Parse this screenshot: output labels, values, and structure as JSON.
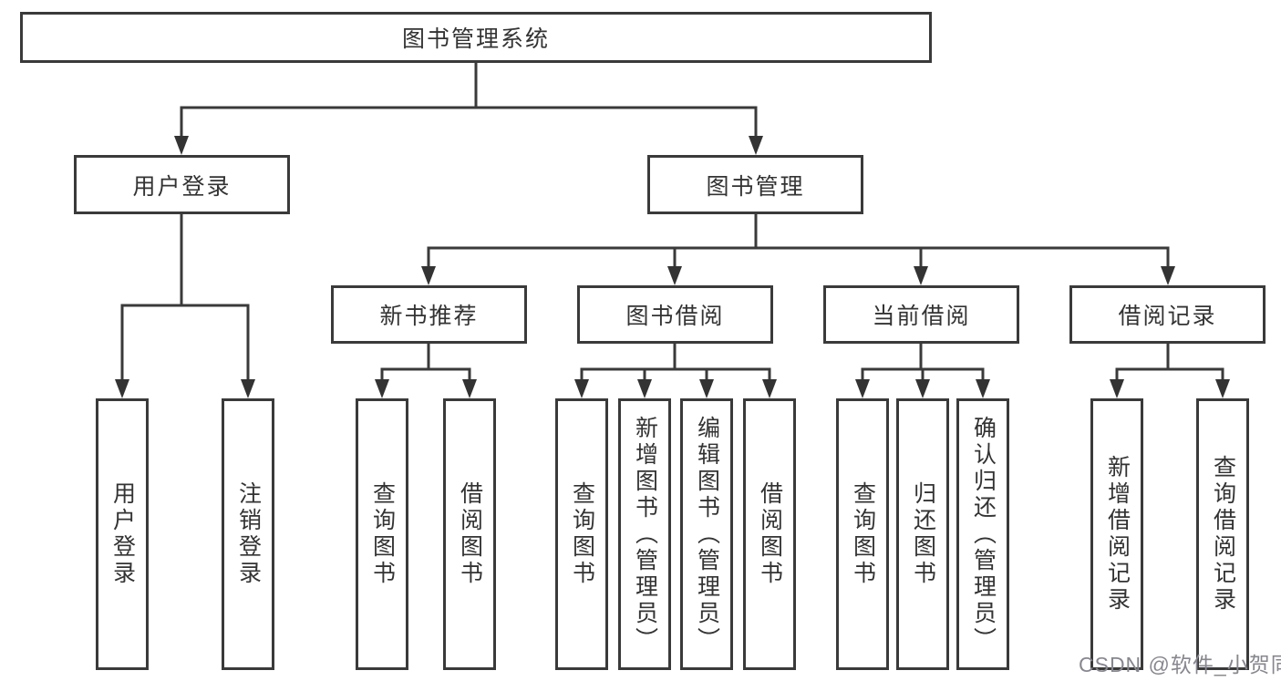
{
  "tree": {
    "root": {
      "label": "图书管理系统"
    },
    "level2": [
      {
        "label": "用户登录",
        "children": [
          {
            "label": "用户登录"
          },
          {
            "label": "注销登录"
          }
        ]
      },
      {
        "label": "图书管理",
        "children": [
          {
            "label": "新书推荐",
            "children": [
              {
                "label": "查询图书"
              },
              {
                "label": "借阅图书"
              }
            ]
          },
          {
            "label": "图书借阅",
            "children": [
              {
                "label": "查询图书"
              },
              {
                "label": "新增图书（管理员）"
              },
              {
                "label": "编辑图书（管理员）"
              },
              {
                "label": "借阅图书"
              }
            ]
          },
          {
            "label": "当前借阅",
            "children": [
              {
                "label": "查询图书"
              },
              {
                "label": "归还图书"
              },
              {
                "label": "确认归还（管理员）"
              }
            ]
          },
          {
            "label": "借阅记录",
            "children": [
              {
                "label": "新增借阅记录"
              },
              {
                "label": "查询借阅记录"
              }
            ]
          }
        ]
      }
    ]
  },
  "watermark": {
    "text": "CSDN @软件_小贺同学"
  },
  "colors": {
    "line": "#3a3a3a",
    "text": "#333333",
    "watermark": "#87878f",
    "background": "#ffffff"
  }
}
